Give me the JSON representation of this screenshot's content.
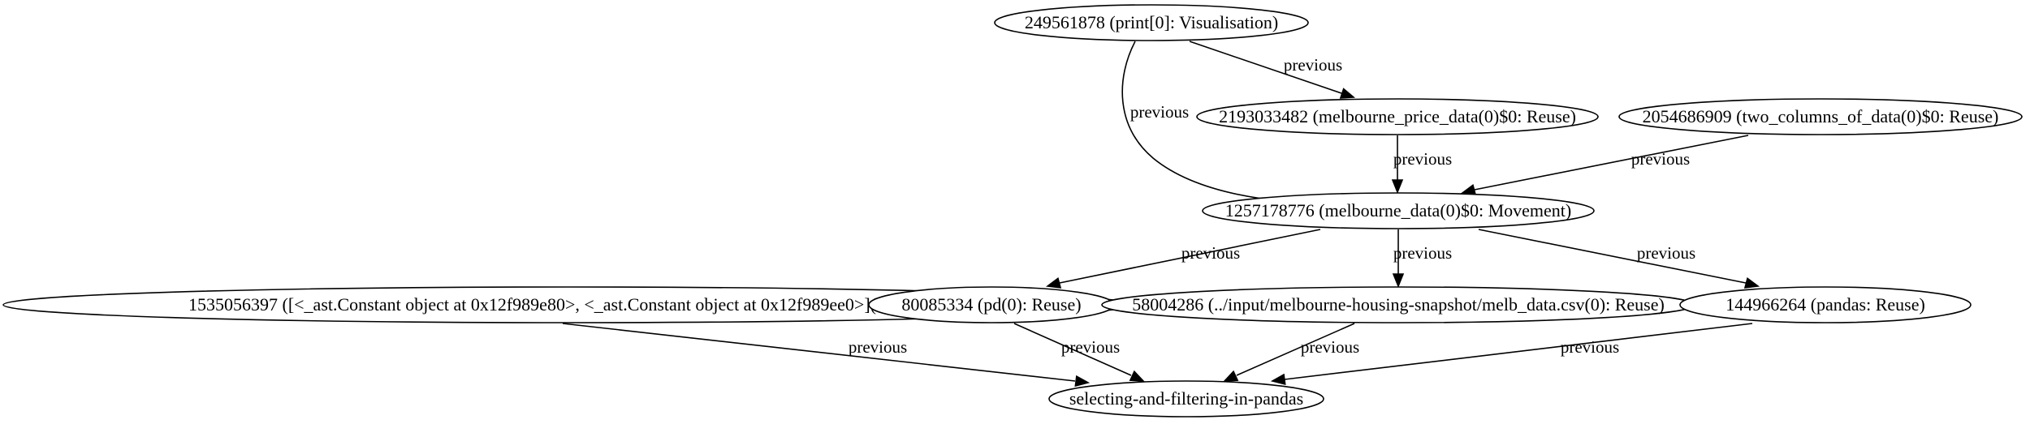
{
  "nodes": [
    {
      "id": "n_print",
      "label": "249561878 (print[0]: Visualisation)"
    },
    {
      "id": "n_price",
      "label": "2193033482 (melbourne_price_data(0)$0: Reuse)"
    },
    {
      "id": "n_two",
      "label": "2054686909 (two_columns_of_data(0)$0: Reuse)"
    },
    {
      "id": "n_melb",
      "label": "1257178776 (melbourne_data(0)$0: Movement)"
    },
    {
      "id": "n_ast",
      "label": "1535056397 ([<_ast.Constant object at 0x12f989e80>, <_ast.Constant object at 0x12f989ee0>](0): Reuse)"
    },
    {
      "id": "n_pd",
      "label": "80085334 (pd(0): Reuse)"
    },
    {
      "id": "n_csv",
      "label": "58004286 (../input/melbourne-housing-snapshot/melb_data.csv(0): Reuse)"
    },
    {
      "id": "n_pandas",
      "label": "144966264 (pandas: Reuse)"
    },
    {
      "id": "n_root",
      "label": "selecting-and-filtering-in-pandas"
    }
  ],
  "edges": [
    {
      "from": "n_print",
      "to": "n_price",
      "label": "previous"
    },
    {
      "from": "n_print",
      "to": "n_melb",
      "label": "previous"
    },
    {
      "from": "n_price",
      "to": "n_melb",
      "label": "previous"
    },
    {
      "from": "n_two",
      "to": "n_melb",
      "label": "previous"
    },
    {
      "from": "n_melb",
      "to": "n_pd",
      "label": "previous"
    },
    {
      "from": "n_melb",
      "to": "n_csv",
      "label": "previous"
    },
    {
      "from": "n_melb",
      "to": "n_pandas",
      "label": "previous"
    },
    {
      "from": "n_ast",
      "to": "n_root",
      "label": "previous"
    },
    {
      "from": "n_pd",
      "to": "n_root",
      "label": "previous"
    },
    {
      "from": "n_csv",
      "to": "n_root",
      "label": "previous"
    },
    {
      "from": "n_pandas",
      "to": "n_root",
      "label": "previous"
    }
  ]
}
